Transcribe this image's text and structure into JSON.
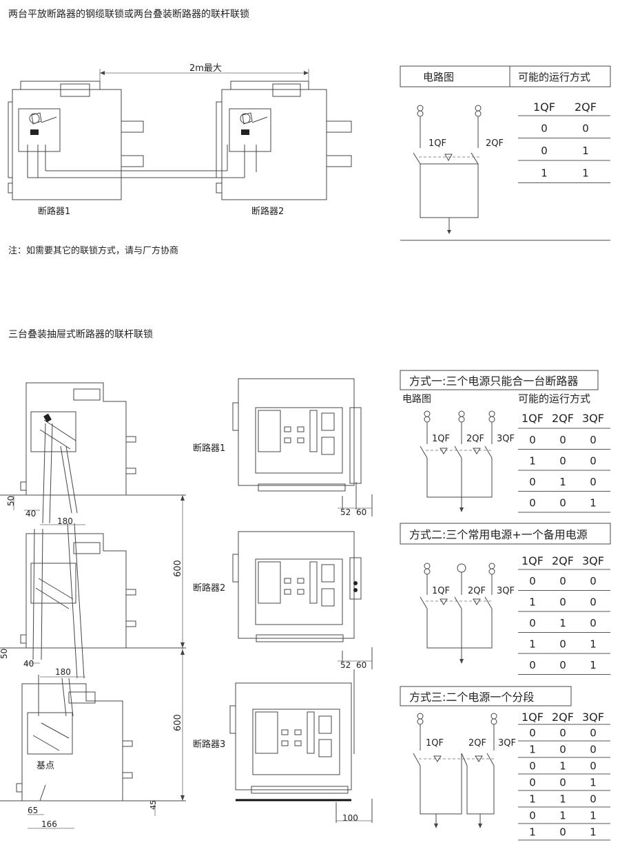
{
  "section1": {
    "title": "两台平放断路器的钢缆联锁或两台叠装断路器的联杆联锁",
    "distance_label": "2m最大",
    "breaker1_label": "断路器1",
    "breaker2_label": "断路器2",
    "note": "注：如需要其它的联锁方式，请与厂方协商",
    "circuit_header": "电路图",
    "ops_header": "可能的运行方式",
    "qf1": "1QF",
    "qf2": "2QF",
    "table_headers": [
      "1QF",
      "2QF"
    ],
    "table_rows": [
      [
        "0",
        "0"
      ],
      [
        "0",
        "1"
      ],
      [
        "1",
        "1"
      ]
    ]
  },
  "section2": {
    "title": "三台叠装抽屉式断路器的联杆联锁",
    "breaker1_label": "断路器1",
    "breaker2_label": "断路器2",
    "breaker3_label": "断路器3",
    "base_point": "基点",
    "dims": {
      "d50a": "50",
      "d40a": "40",
      "d180a": "180",
      "d600a": "600",
      "d50b": "50",
      "d40b": "40",
      "d180b": "180",
      "d600b": "600",
      "d65": "65",
      "d166": "166",
      "d45": "45",
      "d52a": "52",
      "d60a": "60",
      "d52b": "52",
      "d60b": "60",
      "d100": "100"
    },
    "qf1": "1QF",
    "qf2": "2QF",
    "qf3": "3QF",
    "mode1": {
      "title": "方式一:三个电源只能合一台断路器",
      "circuit_header": "电路图",
      "ops_header": "可能的运行方式",
      "headers": [
        "1QF",
        "2QF",
        "3QF"
      ],
      "rows": [
        [
          "0",
          "0",
          "0"
        ],
        [
          "1",
          "0",
          "0"
        ],
        [
          "0",
          "1",
          "0"
        ],
        [
          "0",
          "0",
          "1"
        ]
      ]
    },
    "mode2": {
      "title": "方式二:三个常用电源+一个备用电源",
      "headers": [
        "1QF",
        "2QF",
        "3QF"
      ],
      "rows": [
        [
          "0",
          "0",
          "0"
        ],
        [
          "1",
          "0",
          "0"
        ],
        [
          "0",
          "1",
          "0"
        ],
        [
          "1",
          "0",
          "1"
        ],
        [
          "0",
          "0",
          "1"
        ]
      ]
    },
    "mode3": {
      "title": "方式三:二个电源一个分段",
      "headers": [
        "1QF",
        "2QF",
        "3QF"
      ],
      "rows": [
        [
          "0",
          "0",
          "0"
        ],
        [
          "1",
          "0",
          "0"
        ],
        [
          "0",
          "1",
          "0"
        ],
        [
          "0",
          "0",
          "1"
        ],
        [
          "1",
          "1",
          "0"
        ],
        [
          "0",
          "1",
          "1"
        ],
        [
          "1",
          "0",
          "1"
        ]
      ]
    }
  }
}
